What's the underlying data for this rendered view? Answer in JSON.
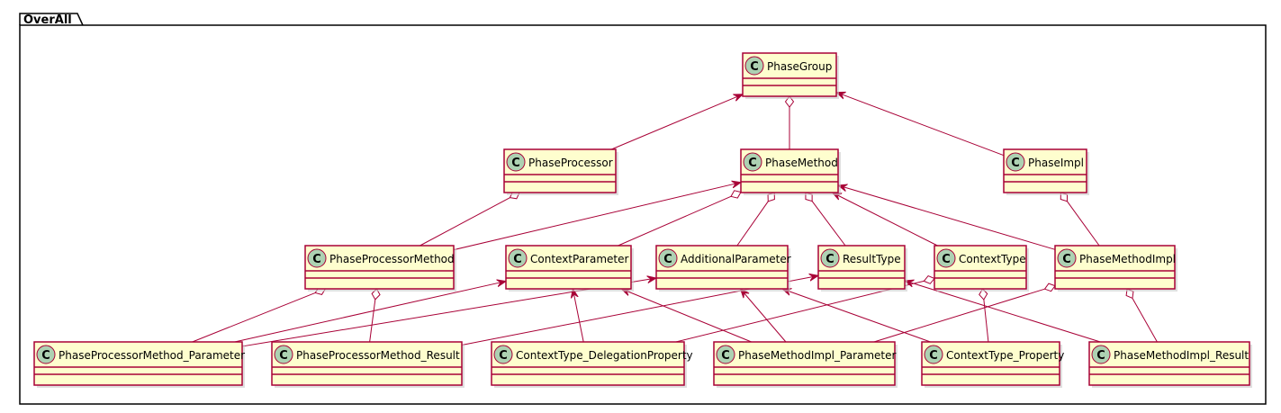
{
  "package": {
    "name": "OverAll"
  },
  "colors": {
    "class_fill": "#FEFECE",
    "class_border": "#A80036",
    "edge": "#A80036",
    "badge_fill": "#ADD1B2",
    "package_border": "#000000"
  },
  "classes": [
    {
      "id": "PhaseGroup",
      "name": "PhaseGroup"
    },
    {
      "id": "PhaseProcessor",
      "name": "PhaseProcessor"
    },
    {
      "id": "PhaseMethod",
      "name": "PhaseMethod"
    },
    {
      "id": "PhaseImpl",
      "name": "PhaseImpl"
    },
    {
      "id": "PhaseProcessorMethod",
      "name": "PhaseProcessorMethod"
    },
    {
      "id": "ContextParameter",
      "name": "ContextParameter"
    },
    {
      "id": "AdditionalParameter",
      "name": "AdditionalParameter"
    },
    {
      "id": "ResultType",
      "name": "ResultType"
    },
    {
      "id": "ContextType",
      "name": "ContextType"
    },
    {
      "id": "PhaseMethodImpl",
      "name": "PhaseMethodImpl"
    },
    {
      "id": "PhaseProcessorMethod_Parameter",
      "name": "PhaseProcessorMethod_Parameter"
    },
    {
      "id": "PhaseProcessorMethod_Result",
      "name": "PhaseProcessorMethod_Result"
    },
    {
      "id": "ContextType_DelegationProperty",
      "name": "ContextType_DelegationProperty"
    },
    {
      "id": "PhaseMethodImpl_Parameter",
      "name": "PhaseMethodImpl_Parameter"
    },
    {
      "id": "ContextType_Property",
      "name": "ContextType_Property"
    },
    {
      "id": "PhaseMethodImpl_Result",
      "name": "PhaseMethodImpl_Result"
    }
  ],
  "relations": [
    {
      "from": "PhaseProcessor",
      "to": "PhaseGroup",
      "type": "arrow"
    },
    {
      "from": "PhaseImpl",
      "to": "PhaseGroup",
      "type": "arrow"
    },
    {
      "from": "PhaseGroup",
      "to": "PhaseMethod",
      "type": "aggregation"
    },
    {
      "from": "PhaseProcessor",
      "to": "PhaseProcessorMethod",
      "type": "aggregation"
    },
    {
      "from": "PhaseImpl",
      "to": "PhaseMethodImpl",
      "type": "aggregation"
    },
    {
      "from": "PhaseProcessorMethod",
      "to": "PhaseMethod",
      "type": "arrow"
    },
    {
      "from": "PhaseMethod",
      "to": "ContextParameter",
      "type": "aggregation"
    },
    {
      "from": "PhaseMethod",
      "to": "AdditionalParameter",
      "type": "aggregation"
    },
    {
      "from": "PhaseMethod",
      "to": "ResultType",
      "type": "aggregation"
    },
    {
      "from": "ContextType",
      "to": "PhaseMethod",
      "type": "arrow"
    },
    {
      "from": "PhaseMethodImpl",
      "to": "PhaseMethod",
      "type": "arrow"
    },
    {
      "from": "PhaseProcessorMethod",
      "to": "PhaseProcessorMethod_Parameter",
      "type": "aggregation"
    },
    {
      "from": "PhaseProcessorMethod",
      "to": "PhaseProcessorMethod_Result",
      "type": "aggregation"
    },
    {
      "from": "PhaseProcessorMethod_Parameter",
      "to": "ContextParameter",
      "type": "arrow"
    },
    {
      "from": "PhaseProcessorMethod_Parameter",
      "to": "AdditionalParameter",
      "type": "arrow"
    },
    {
      "from": "PhaseProcessorMethod_Result",
      "to": "ResultType",
      "type": "arrow"
    },
    {
      "from": "ContextType_DelegationProperty",
      "to": "ContextParameter",
      "type": "arrow"
    },
    {
      "from": "ContextType",
      "to": "ContextType_DelegationProperty",
      "type": "aggregation"
    },
    {
      "from": "PhaseMethodImpl_Parameter",
      "to": "ContextParameter",
      "type": "arrow"
    },
    {
      "from": "PhaseMethodImpl_Parameter",
      "to": "AdditionalParameter",
      "type": "arrow"
    },
    {
      "from": "PhaseMethodImpl",
      "to": "PhaseMethodImpl_Parameter",
      "type": "aggregation"
    },
    {
      "from": "ContextType_Property",
      "to": "AdditionalParameter",
      "type": "arrow"
    },
    {
      "from": "ContextType",
      "to": "ContextType_Property",
      "type": "aggregation"
    },
    {
      "from": "PhaseMethodImpl_Result",
      "to": "ResultType",
      "type": "arrow"
    },
    {
      "from": "PhaseMethodImpl",
      "to": "PhaseMethodImpl_Result",
      "type": "aggregation"
    }
  ]
}
